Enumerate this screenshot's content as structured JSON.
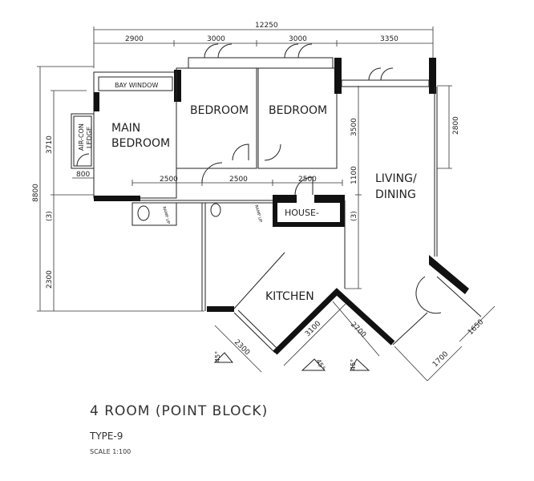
{
  "plan": {
    "title": "4 ROOM (POINT BLOCK)",
    "type": "TYPE-9",
    "scale": "SCALE 1:100",
    "rooms": {
      "bay_window": "BAY WINDOW",
      "main_bedroom_1": "MAIN",
      "main_bedroom_2": "BEDROOM",
      "bedroom_a": "BEDROOM",
      "bedroom_b": "BEDROOM",
      "aircon_1": "AIR-CON",
      "aircon_2": "LEDGE",
      "living_1": "LIVING/",
      "living_2": "DINING",
      "house": "HOUSE-",
      "kitchen": "KITCHEN",
      "ramp": "RAMP UP"
    },
    "dimensions": {
      "overall_width": "12250",
      "top": [
        "2900",
        "3000",
        "3000",
        "3350"
      ],
      "overall_depth": "8800",
      "left": [
        "3710",
        "2300"
      ],
      "marker": "(3)",
      "ledge": "800",
      "mid": [
        "2500",
        "2500",
        "2500"
      ],
      "right_inner": [
        "3500",
        "1100"
      ],
      "right_outer": "2800",
      "diagonal": [
        "2300",
        "3100",
        "2700",
        "1650",
        "1700"
      ],
      "angle": "45°"
    },
    "colors": {
      "line": "#222222",
      "wall": "#111111",
      "background": "#ffffff"
    }
  }
}
